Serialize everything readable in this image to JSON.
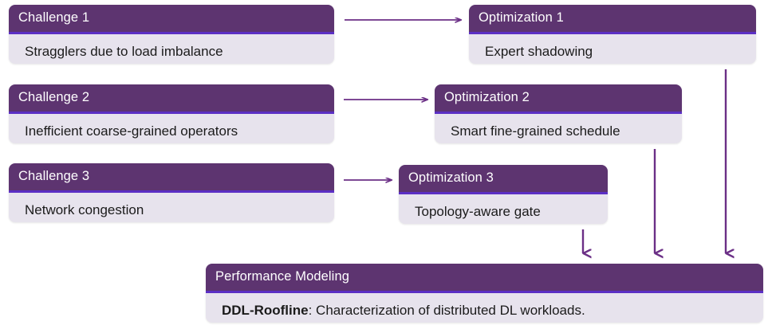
{
  "theme": {
    "header_bg": "#5d3470",
    "header_text": "#ffffff",
    "accent_rule": "#5b2fc4",
    "body_bg": "#e7e3ed",
    "body_text": "#1b1b1b",
    "arrow_color": "#6b2f86",
    "page_bg": "#ffffff"
  },
  "diagram": {
    "type": "flow-diagram",
    "challenges": [
      {
        "id": "challenge-1",
        "header": "Challenge 1",
        "body": "Stragglers due to load imbalance"
      },
      {
        "id": "challenge-2",
        "header": "Challenge 2",
        "body": "Inefficient coarse-grained operators"
      },
      {
        "id": "challenge-3",
        "header": "Challenge 3",
        "body": "Network congestion"
      }
    ],
    "optimizations": [
      {
        "id": "optimization-1",
        "header": "Optimization 1",
        "body": "Expert shadowing"
      },
      {
        "id": "optimization-2",
        "header": "Optimization 2",
        "body": "Smart fine-grained schedule"
      },
      {
        "id": "optimization-3",
        "header": "Optimization 3",
        "body": "Topology-aware gate"
      }
    ],
    "summary": {
      "id": "performance-modeling",
      "header": "Performance Modeling",
      "body_bold": "DDL-Roofline",
      "body_rest": ": Characterization of distributed DL workloads."
    },
    "connections": [
      {
        "from": "challenge-1",
        "to": "optimization-1",
        "direction": "right"
      },
      {
        "from": "challenge-2",
        "to": "optimization-2",
        "direction": "right"
      },
      {
        "from": "challenge-3",
        "to": "optimization-3",
        "direction": "right"
      },
      {
        "from": "optimization-1",
        "to": "performance-modeling",
        "direction": "down"
      },
      {
        "from": "optimization-2",
        "to": "performance-modeling",
        "direction": "down"
      },
      {
        "from": "optimization-3",
        "to": "performance-modeling",
        "direction": "down"
      }
    ]
  }
}
